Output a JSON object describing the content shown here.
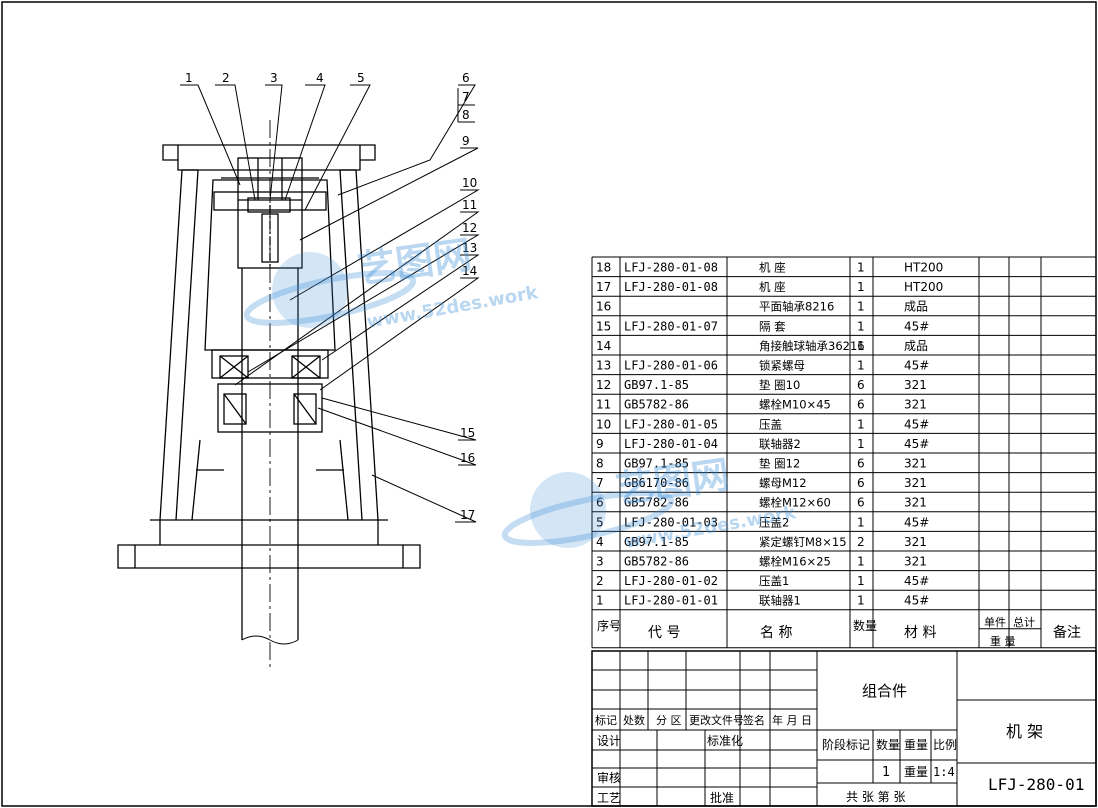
{
  "drawing": {
    "leaders_top": [
      "1",
      "2",
      "3",
      "4",
      "5",
      "6",
      "7",
      "8"
    ],
    "leaders_right": [
      "9",
      "10",
      "11",
      "12",
      "13",
      "14",
      "15",
      "16",
      "17"
    ]
  },
  "watermark": {
    "brand": "艺图网",
    "url": "www.52des.work",
    "color": "#3a8fd8"
  },
  "bom": {
    "rows": [
      {
        "no": "18",
        "code": "LFJ-280-01-08",
        "name": "机 座",
        "qty": "1",
        "material": "HT200"
      },
      {
        "no": "17",
        "code": "LFJ-280-01-08",
        "name": "机 座",
        "qty": "1",
        "material": "HT200"
      },
      {
        "no": "16",
        "code": "",
        "name": "平面轴承8216",
        "qty": "1",
        "material": "成品"
      },
      {
        "no": "15",
        "code": "LFJ-280-01-07",
        "name": "隔 套",
        "qty": "1",
        "material": "45#"
      },
      {
        "no": "14",
        "code": "",
        "name": "角接触球轴承36216",
        "qty": "1",
        "material": "成品"
      },
      {
        "no": "13",
        "code": "LFJ-280-01-06",
        "name": "锁紧螺母",
        "qty": "1",
        "material": "45#"
      },
      {
        "no": "12",
        "code": "GB97.1-85",
        "name": "垫 圈10",
        "qty": "6",
        "material": "321"
      },
      {
        "no": "11",
        "code": "GB5782-86",
        "name": "螺栓M10×45",
        "qty": "6",
        "material": "321"
      },
      {
        "no": "10",
        "code": "LFJ-280-01-05",
        "name": "压盖",
        "qty": "1",
        "material": "45#"
      },
      {
        "no": "9",
        "code": "LFJ-280-01-04",
        "name": "联轴器2",
        "qty": "1",
        "material": "45#"
      },
      {
        "no": "8",
        "code": "GB97.1-85",
        "name": "垫 圈12",
        "qty": "6",
        "material": "321"
      },
      {
        "no": "7",
        "code": "GB6170-86",
        "name": "螺母M12",
        "qty": "6",
        "material": "321"
      },
      {
        "no": "6",
        "code": "GB5782-86",
        "name": "螺栓M12×60",
        "qty": "6",
        "material": "321"
      },
      {
        "no": "5",
        "code": "LFJ-280-01-03",
        "name": "压盖2",
        "qty": "1",
        "material": "45#"
      },
      {
        "no": "4",
        "code": "GB97.1-85",
        "name": "紧定螺钉M8×15",
        "qty": "2",
        "material": "321"
      },
      {
        "no": "3",
        "code": "GB5782-86",
        "name": "螺栓M16×25",
        "qty": "1",
        "material": "321"
      },
      {
        "no": "2",
        "code": "LFJ-280-01-02",
        "name": "压盖1",
        "qty": "1",
        "material": "45#"
      },
      {
        "no": "1",
        "code": "LFJ-280-01-01",
        "name": "联轴器1",
        "qty": "1",
        "material": "45#"
      }
    ],
    "header": {
      "no": "序号",
      "code": "代  号",
      "name": "名  称",
      "qty": "数量",
      "material": "材   料",
      "unit_weight": "单件",
      "total_weight": "总计",
      "weight": "重  量",
      "remark": "备注"
    }
  },
  "title_block": {
    "assembly_label": "组合件",
    "drawing_title": "机    架",
    "drawing_number": "LFJ-280-01",
    "rev_mark": "标记",
    "rev_count": "处数",
    "rev_zone": "分 区",
    "rev_doc": "更改文件号",
    "rev_sign": "签名",
    "rev_date": "年 月 日",
    "design": "设计",
    "standardize": "标准化",
    "stage_mark": "阶段标记",
    "quantity_label": "数量",
    "weight_label": "重量",
    "scale_label": "比例",
    "quantity": "1",
    "weight": "重量",
    "scale": "1:4",
    "review": "审核",
    "process": "工艺",
    "approve": "批准",
    "sheets": "共   张  第   张"
  }
}
